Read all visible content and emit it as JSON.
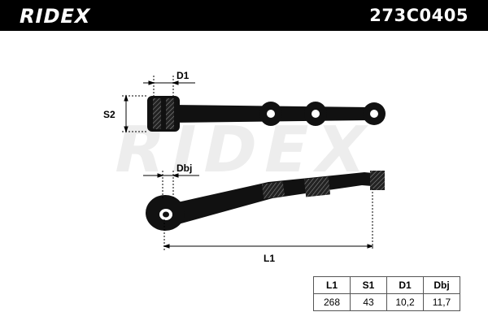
{
  "brand": {
    "logo": "RIDEX",
    "part_number": "273C0405"
  },
  "watermark": "RIDEX",
  "dimension_labels": {
    "d1": "D1",
    "s2": "S2",
    "dbj": "Dbj",
    "l1": "L1"
  },
  "spec_table": {
    "headers": [
      "L1",
      "S1",
      "D1",
      "Dbj"
    ],
    "values": [
      "268",
      "43",
      "10,2",
      "11,7"
    ]
  }
}
